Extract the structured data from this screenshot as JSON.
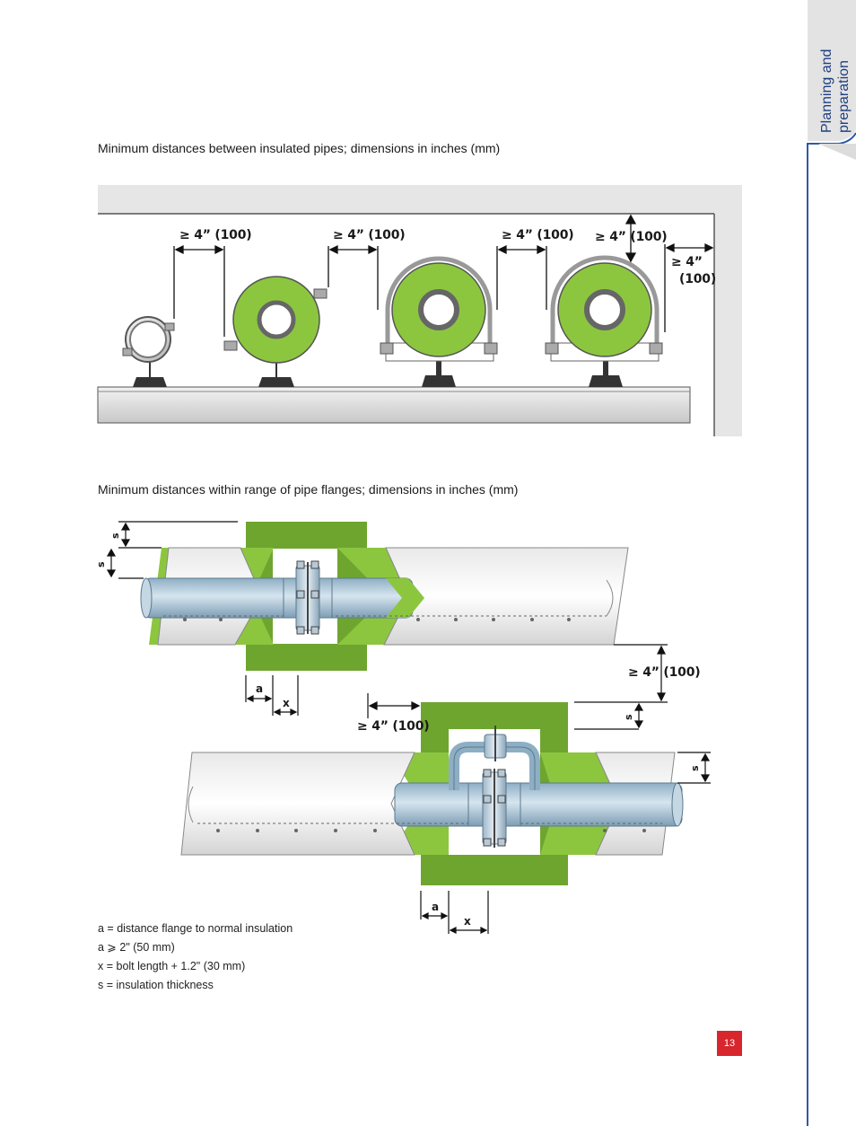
{
  "side_tab": {
    "line1": "Planning and",
    "line2": "preparation"
  },
  "figure1": {
    "caption": "Minimum distances between insulated pipes; dimensions in inches (mm)",
    "dim1": "≥ 4” (100)",
    "dim2": "≥ 4” (100)",
    "dim3": "≥ 4” (100)",
    "dim4": "≥ 4” (100)",
    "dim5_line1": "≥  4”",
    "dim5_line2": "(100)"
  },
  "figure2": {
    "caption": "Minimum distances within range of pipe flanges; dimensions in inches (mm)",
    "label_s": "s",
    "label_a": "a",
    "label_x": "x",
    "dim_right": "≥ 4” (100)",
    "dim_mid": "≥ 4” (100)"
  },
  "legend": [
    "a = distance flange to normal insulation",
    "a ⩾ 2\" (50 mm)",
    "x = bolt length + 1.2\" (30 mm)",
    "s = insulation thickness"
  ],
  "page_number": "13",
  "colors": {
    "insulation_green": "#8cc63f",
    "dark_green": "#6ea52f",
    "pipe_blue": "#a9c3d4",
    "panel_gray": "#e6e6e6",
    "accent_blue": "#2e5aa7",
    "page_red": "#d7262d"
  }
}
